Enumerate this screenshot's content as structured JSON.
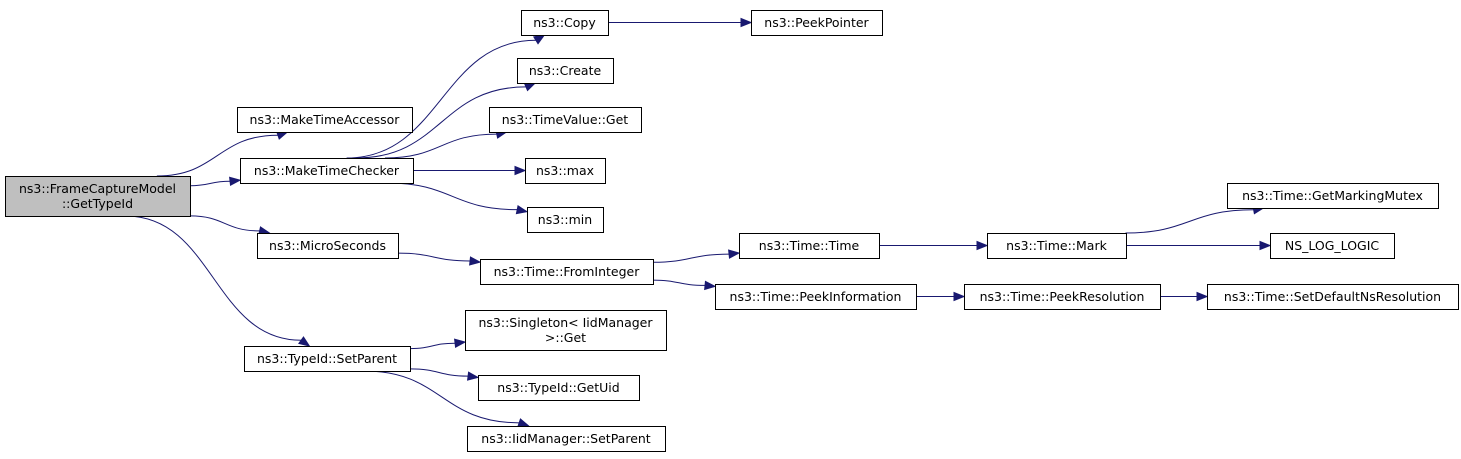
{
  "colors": {
    "edge": "#191970",
    "root_fill": "#bfbfbf",
    "node_fill": "#ffffff",
    "node_border": "#000000"
  },
  "nodes": [
    {
      "id": "root",
      "lines": [
        "ns3::FrameCaptureModel",
        "::GetTypeId"
      ],
      "root": true,
      "interactable": true
    },
    {
      "id": "maketimeaccessor",
      "lines": [
        "ns3::MakeTimeAccessor"
      ],
      "interactable": true
    },
    {
      "id": "maketimechecker",
      "lines": [
        "ns3::MakeTimeChecker"
      ],
      "interactable": true
    },
    {
      "id": "microseconds",
      "lines": [
        "ns3::MicroSeconds"
      ],
      "interactable": true
    },
    {
      "id": "typeid-setparent",
      "lines": [
        "ns3::TypeId::SetParent"
      ],
      "interactable": true
    },
    {
      "id": "copy",
      "lines": [
        "ns3::Copy"
      ],
      "interactable": true
    },
    {
      "id": "peekpointer",
      "lines": [
        "ns3::PeekPointer"
      ],
      "interactable": true
    },
    {
      "id": "create",
      "lines": [
        "ns3::Create"
      ],
      "interactable": true
    },
    {
      "id": "timevalue-get",
      "lines": [
        "ns3::TimeValue::Get"
      ],
      "interactable": true
    },
    {
      "id": "max",
      "lines": [
        "ns3::max"
      ],
      "interactable": true
    },
    {
      "id": "min",
      "lines": [
        "ns3::min"
      ],
      "interactable": true
    },
    {
      "id": "time-frominteger",
      "lines": [
        "ns3::Time::FromInteger"
      ],
      "interactable": true
    },
    {
      "id": "time-time",
      "lines": [
        "ns3::Time::Time"
      ],
      "interactable": true
    },
    {
      "id": "time-mark",
      "lines": [
        "ns3::Time::Mark"
      ],
      "interactable": true
    },
    {
      "id": "time-getmarkingmutex",
      "lines": [
        "ns3::Time::GetMarkingMutex"
      ],
      "interactable": true
    },
    {
      "id": "ns-log-logic",
      "lines": [
        "NS_LOG_LOGIC"
      ],
      "interactable": true
    },
    {
      "id": "time-peekinformation",
      "lines": [
        "ns3::Time::PeekInformation"
      ],
      "interactable": true
    },
    {
      "id": "time-peekresolution",
      "lines": [
        "ns3::Time::PeekResolution"
      ],
      "interactable": true
    },
    {
      "id": "time-setdefaultnsresolution",
      "lines": [
        "ns3::Time::SetDefaultNsResolution"
      ],
      "interactable": true
    },
    {
      "id": "singleton-get",
      "lines": [
        "ns3::Singleton< IidManager",
        " >::Get"
      ],
      "interactable": true
    },
    {
      "id": "typeid-getuid",
      "lines": [
        "ns3::TypeId::GetUid"
      ],
      "interactable": true
    },
    {
      "id": "iidmanager-setparent",
      "lines": [
        "ns3::IidManager::SetParent"
      ],
      "interactable": true
    }
  ],
  "edges": [
    {
      "from": "root",
      "to": "maketimeaccessor"
    },
    {
      "from": "root",
      "to": "maketimechecker"
    },
    {
      "from": "root",
      "to": "microseconds"
    },
    {
      "from": "root",
      "to": "typeid-setparent"
    },
    {
      "from": "maketimechecker",
      "to": "copy"
    },
    {
      "from": "maketimechecker",
      "to": "create"
    },
    {
      "from": "maketimechecker",
      "to": "timevalue-get"
    },
    {
      "from": "maketimechecker",
      "to": "max"
    },
    {
      "from": "maketimechecker",
      "to": "min"
    },
    {
      "from": "copy",
      "to": "peekpointer"
    },
    {
      "from": "microseconds",
      "to": "time-frominteger"
    },
    {
      "from": "time-frominteger",
      "to": "time-time"
    },
    {
      "from": "time-frominteger",
      "to": "time-peekinformation"
    },
    {
      "from": "time-time",
      "to": "time-mark"
    },
    {
      "from": "time-mark",
      "to": "time-getmarkingmutex"
    },
    {
      "from": "time-mark",
      "to": "ns-log-logic"
    },
    {
      "from": "time-peekinformation",
      "to": "time-peekresolution"
    },
    {
      "from": "time-peekresolution",
      "to": "time-setdefaultnsresolution"
    },
    {
      "from": "typeid-setparent",
      "to": "singleton-get"
    },
    {
      "from": "typeid-setparent",
      "to": "typeid-getuid"
    },
    {
      "from": "typeid-setparent",
      "to": "iidmanager-setparent"
    }
  ]
}
